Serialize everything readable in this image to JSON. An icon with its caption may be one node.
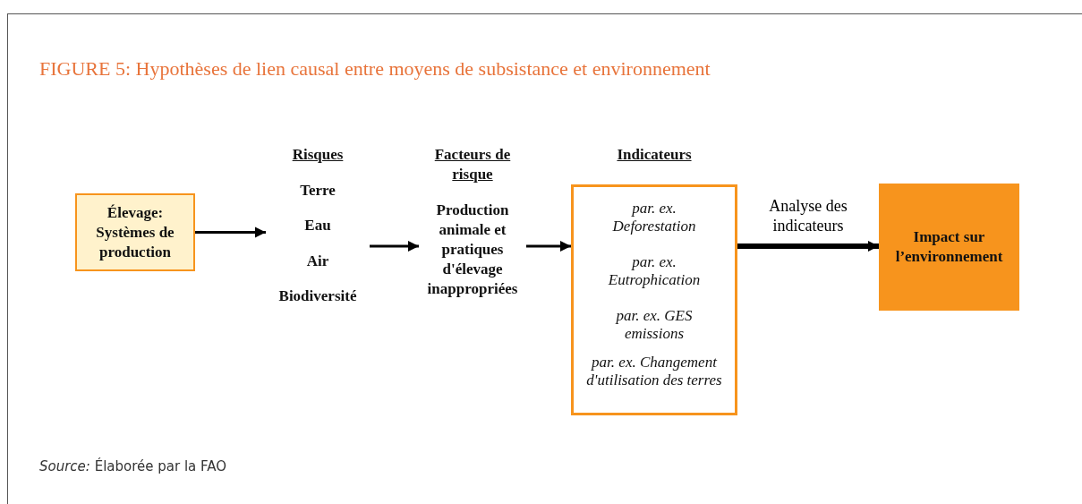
{
  "diagram": {
    "title": "FIGURE 5: Hypothèses de lien causal entre moyens de subsistance et environnement",
    "caption": "*Source:* Élaborée par la FAO",
    "nodes": [
      {
        "text": [
          "Élevage: Systèmes de production"
        ]
      },
      {
        "text": [
          "Risques",
          "Terre",
          "Eau",
          "Air",
          "Biodiversité"
        ]
      },
      {
        "text": [
          "Facteurs de risque",
          "Production animale et pratiques d'élevage inappropriées"
        ]
      },
      {
        "text": [
          "Indicateurs",
          "par. ex. Deforestation",
          "par. ex. Eutrophication",
          "par. ex. GES emissions",
          "par. ex. Changement d'utilisation des terres"
        ]
      },
      {
        "text": [
          "Impact sur l’environnement"
        ]
      }
    ],
    "edges": [
      {
        "from": 0,
        "to": 1,
        "arrow": "to"
      },
      {
        "from": 1,
        "to": 2,
        "arrow": "to"
      },
      {
        "from": 2,
        "to": 3,
        "arrow": "to"
      },
      {
        "from": 3,
        "to": 4,
        "arrow": "to",
        "label": "Analyse des indicateurs",
        "style": "thick"
      }
    ]
  }
}
